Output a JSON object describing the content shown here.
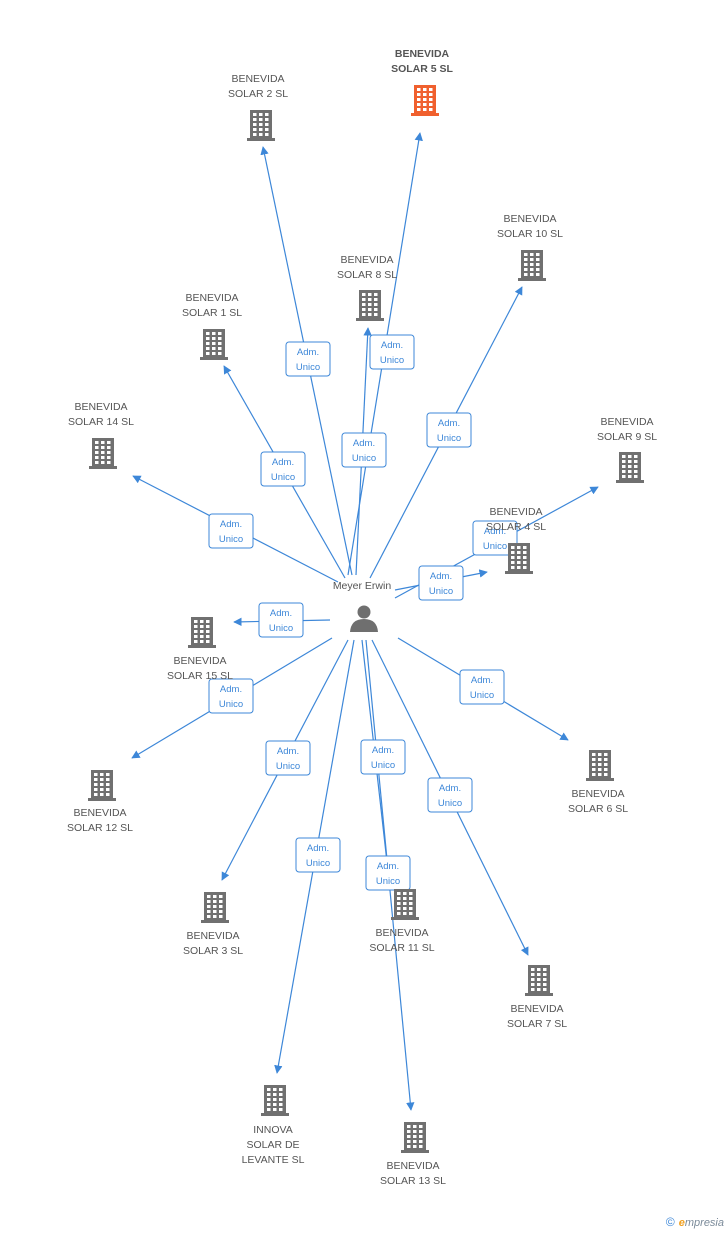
{
  "center": {
    "label": "Meyer Erwin",
    "icon": "person-icon"
  },
  "edge_label": [
    "Adm.",
    "Unico"
  ],
  "colors": {
    "edge": "#3d87d8",
    "building": "#707070",
    "highlight": "#f0602e"
  },
  "nodes": [
    {
      "id": "solar5",
      "lines": [
        "BENEVIDA",
        "SOLAR 5 SL"
      ],
      "highlight": true
    },
    {
      "id": "solar2",
      "lines": [
        "BENEVIDA",
        "SOLAR 2 SL"
      ]
    },
    {
      "id": "solar10",
      "lines": [
        "BENEVIDA",
        "SOLAR 10 SL"
      ]
    },
    {
      "id": "solar8",
      "lines": [
        "BENEVIDA",
        "SOLAR 8 SL"
      ]
    },
    {
      "id": "solar1",
      "lines": [
        "BENEVIDA",
        "SOLAR 1 SL"
      ]
    },
    {
      "id": "solar14",
      "lines": [
        "BENEVIDA",
        "SOLAR 14 SL"
      ]
    },
    {
      "id": "solar9",
      "lines": [
        "BENEVIDA",
        "SOLAR 9 SL"
      ]
    },
    {
      "id": "solar4",
      "lines": [
        "BENEVIDA",
        "SOLAR 4 SL"
      ]
    },
    {
      "id": "solar15",
      "lines": [
        "BENEVIDA",
        "SOLAR 15 SL"
      ]
    },
    {
      "id": "solar12",
      "lines": [
        "BENEVIDA",
        "SOLAR 12 SL"
      ]
    },
    {
      "id": "solar6",
      "lines": [
        "BENEVIDA",
        "SOLAR 6 SL"
      ]
    },
    {
      "id": "solar3",
      "lines": [
        "BENEVIDA",
        "SOLAR 3 SL"
      ]
    },
    {
      "id": "solar11",
      "lines": [
        "BENEVIDA",
        "SOLAR 11 SL"
      ]
    },
    {
      "id": "solar7",
      "lines": [
        "BENEVIDA",
        "SOLAR 7 SL"
      ]
    },
    {
      "id": "innova",
      "lines": [
        "INNOVA",
        "SOLAR DE",
        "LEVANTE SL"
      ]
    },
    {
      "id": "solar13",
      "lines": [
        "BENEVIDA",
        "SOLAR 13 SL"
      ]
    }
  ],
  "footer": {
    "copyright": "©",
    "brand_initial": "e",
    "brand_rest": "mpresia"
  }
}
